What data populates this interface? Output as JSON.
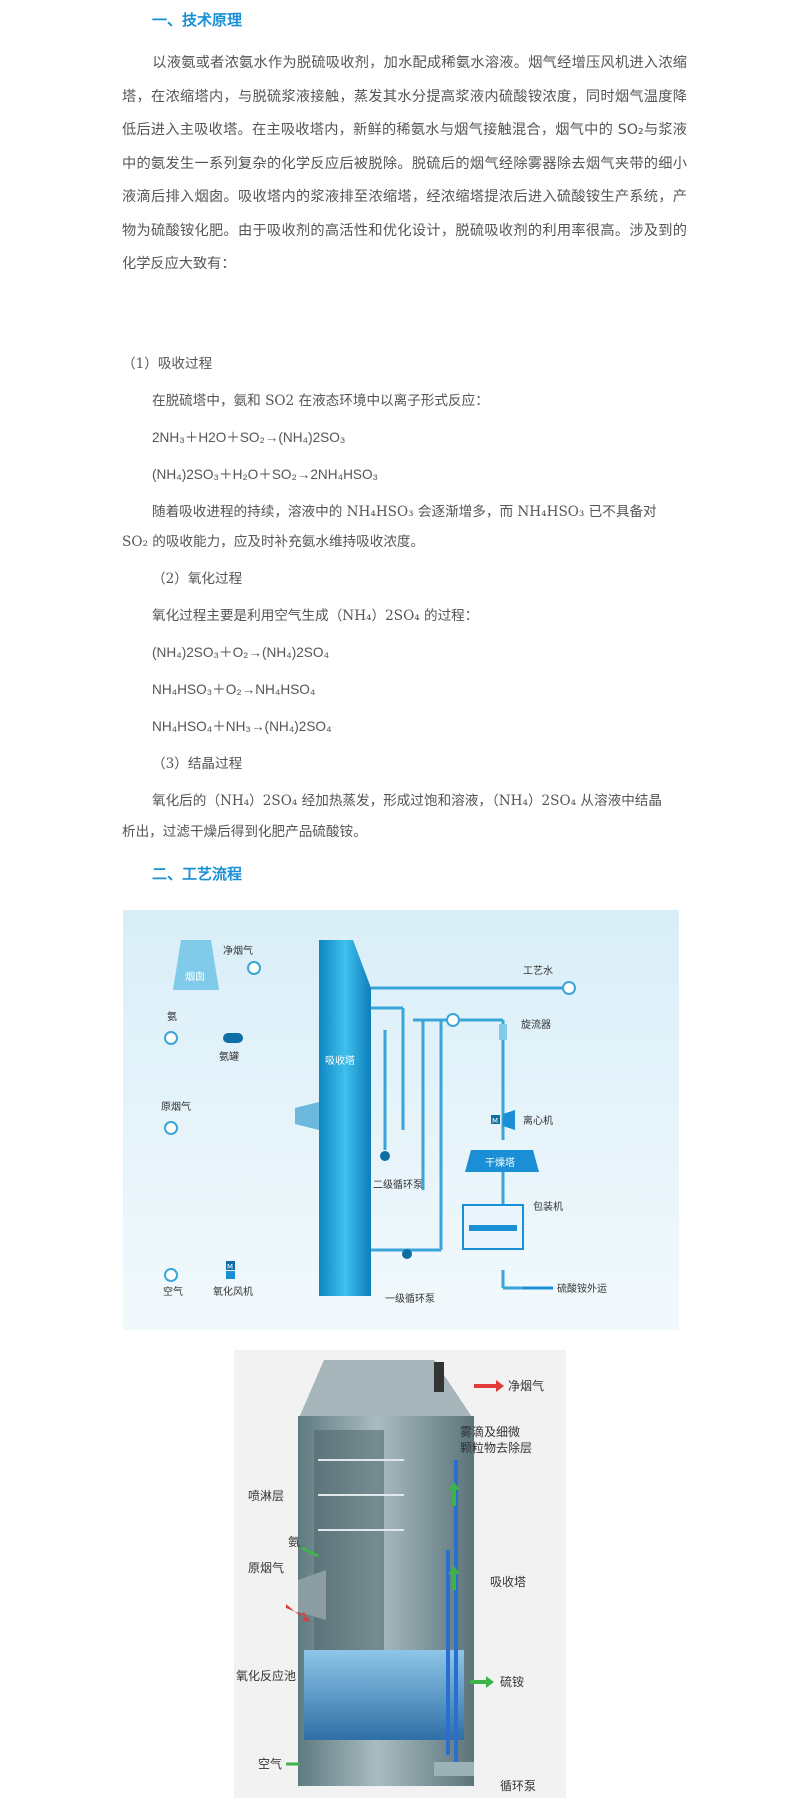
{
  "section1": {
    "title": "一、技术原理",
    "p1": "以液氨或者浓氨水作为脱硫吸收剂，加水配成稀氨水溶液。烟气经增压风机进入浓缩塔，在浓缩塔内，与脱硫浆液接触，蒸发其水分提高浆液内硫酸铵浓度，同时烟气温度降低后进入主吸收塔。在主吸收塔内，新鲜的稀氨水与烟气接触混合，烟气中的 SO₂与浆液中的氨发生一系列复杂的化学反应后被脱除。脱硫后的烟气经除雾器除去烟气夹带的细小液滴后排入烟囱。吸收塔内的浆液排至浓缩塔，经浓缩塔提浓后进入硫酸铵生产系统，产物为硫酸铵化肥。由于吸收剂的高活性和优化设计，脱硫吸收剂的利用率很高。涉及到的化学反应大致有：",
    "absorb_title": "（1）吸收过程",
    "absorb_intro": "在脱硫塔中，氨和 SO2 在液态环境中以离子形式反应：",
    "eq1": "2NH₃＋H2O＋SO₂→(NH₄)2SO₃",
    "eq2": "(NH₄)2SO₃＋H₂O＋SO₂→2NH₄HSO₃",
    "absorb_note_1": "随着吸收进程的持续，溶液中的 NH₄HSO₃ 会逐渐增多，而 NH₄HSO₃ 已不具备对",
    "absorb_note_2": "SO₂ 的吸收能力，应及时补充氨水维持吸收浓度。",
    "oxid_title": "（2）氧化过程",
    "oxid_intro": "氧化过程主要是利用空气生成（NH₄）2SO₄ 的过程：",
    "eq3": "(NH₄)2SO₃＋O₂→(NH₄)2SO₄",
    "eq4": "NH₄HSO₃＋O₂→NH₄HSO₄",
    "eq5": "NH₄HSO₄＋NH₃→(NH₄)2SO₄",
    "cryst_title": "（3）结晶过程",
    "cryst_1": "氧化后的（NH₄）2SO₄ 经加热蒸发，形成过饱和溶液，（NH₄）2SO₄ 从溶液中结晶",
    "cryst_2": "析出，过滤干燥后得到化肥产品硫酸铵。"
  },
  "section2": {
    "title": "二、工艺流程"
  },
  "flow_diagram": {
    "chimney": "烟囱",
    "clean_gas": "净烟气",
    "ammonia": "氨",
    "ammonia_tank": "氨罐",
    "raw_gas": "原烟气",
    "air": "空气",
    "oxid_fan": "氧化风机",
    "motor": "M",
    "absorber": "吸收塔",
    "pump2": "二级循环泵",
    "pump1": "一级循环泵",
    "process_water": "工艺水",
    "cyclone": "旋流器",
    "centrifuge": "离心机",
    "dryer": "干燥塔",
    "packer": "包装机",
    "export": "硫酸铵外运",
    "colors": {
      "bg": "#e3f3fa",
      "pipe": "#3aa5d8",
      "tower": "#1ba0d8"
    }
  },
  "tower_diagram": {
    "clean_gas": "净烟气",
    "mist_1": "雾滴及细微",
    "mist_2": "颗粒物去除层",
    "spray": "喷淋层",
    "ammonia": "氨",
    "raw_gas": "原烟气",
    "absorber": "吸收塔",
    "oxid_pool": "氧化反应池",
    "sulfate": "硫铵",
    "air": "空气",
    "pump": "循环泵"
  }
}
